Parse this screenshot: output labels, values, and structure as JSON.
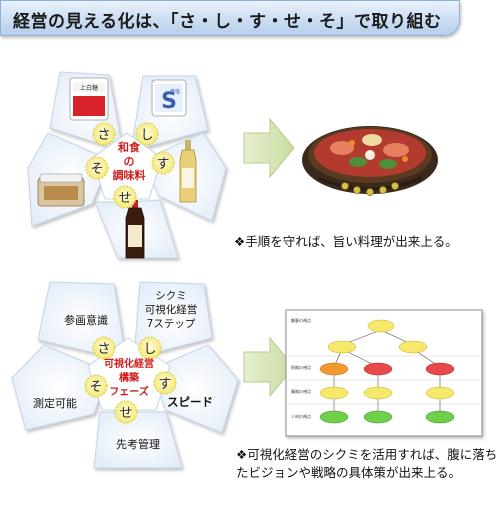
{
  "title": "経営の見える化は、「さ・し・す・せ・そ」で取り組む",
  "top_diagram": {
    "center": [
      "和食",
      "の",
      "調味料"
    ],
    "letters": [
      "さ",
      "し",
      "す",
      "せ",
      "そ"
    ],
    "product_labels": {
      "sugar": "上白糖",
      "salt": "食塩"
    }
  },
  "bottom_diagram": {
    "center": [
      "可視化経営",
      "構築",
      "フェーズ"
    ],
    "letters": [
      "さ",
      "し",
      "す",
      "せ",
      "そ"
    ],
    "petal_topleft": "参画意識",
    "petal_topright": [
      "シクミ",
      "可視化経営",
      "7ステップ"
    ],
    "petal_right": "スピード",
    "petal_bottom": "先考管理",
    "petal_left": "測定可能"
  },
  "caption_top": "❖手順を守れば、旨い料理が出来上る。",
  "caption_bottom": "❖可視化経営のシクミを活用すれば、腹に落ちたビジョンや戦略の具体策が出来上る。",
  "strategy_map": {
    "rows": [
      "顧客の視点",
      "財務の視点",
      "業務の視点",
      "人材の視点"
    ]
  }
}
